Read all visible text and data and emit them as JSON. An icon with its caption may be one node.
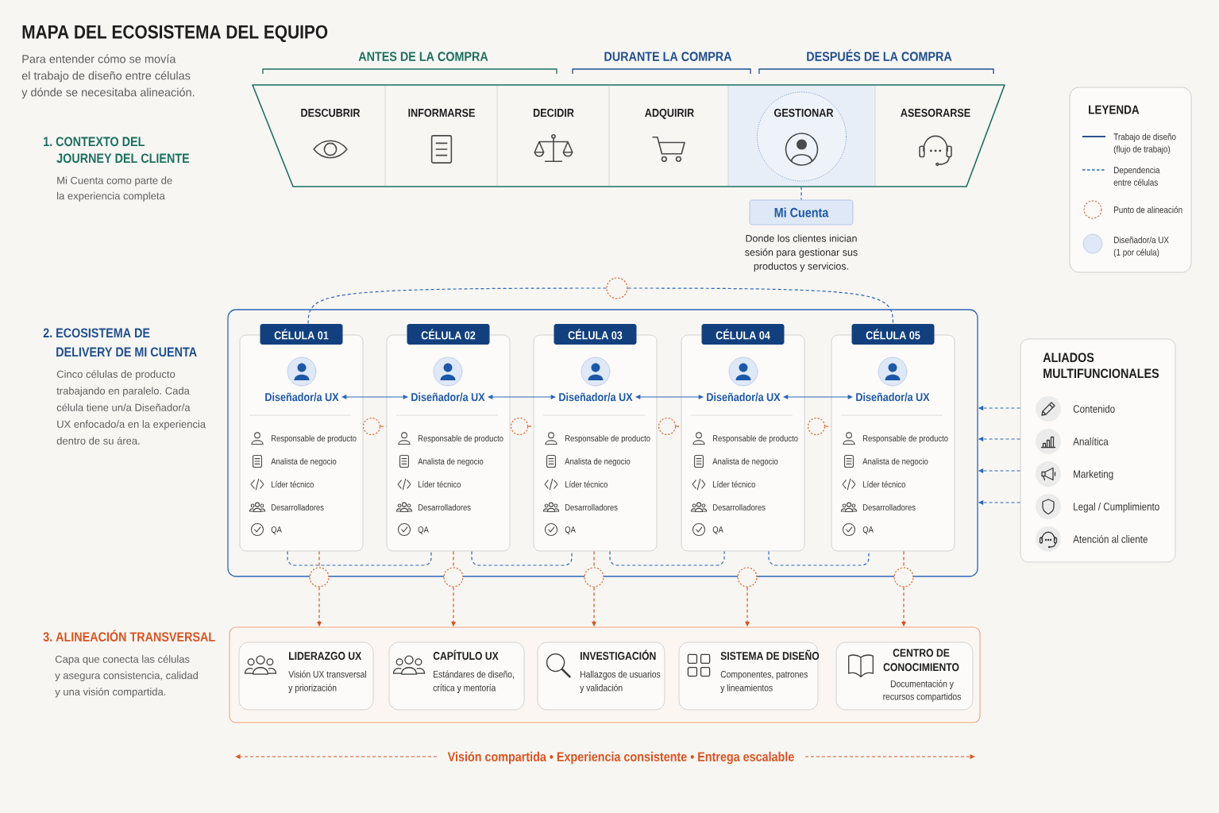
{
  "diagram": {
    "title": "MAPA DEL ECOSISTEMA DEL EQUIPO",
    "nodes": [
      {
        "text": [
          "DESCUBRIR"
        ]
      },
      {
        "text": [
          "INFORMARSE"
        ]
      },
      {
        "text": [
          "DECIDIR"
        ]
      },
      {
        "text": [
          "ADQUIRIR"
        ]
      },
      {
        "text": [
          "GESTIONAR"
        ]
      },
      {
        "text": [
          "ASESORARSE"
        ]
      },
      {
        "text": [
          "Mi Cuenta"
        ],
        "beside": [
          "Donde los clientes inician sesión para gestionar sus productos y servicios."
        ]
      },
      {
        "text": [],
        "shape": "circle"
      },
      {
        "text": [],
        "shape": "box"
      },
      {
        "text": [
          "CÉLULA 01",
          "Responsable de producto",
          "Analista de negocio",
          "Líder técnico",
          "Desarrolladores",
          "QA"
        ],
        "in": 8
      },
      {
        "text": [
          "Diseñador/a UX"
        ],
        "in": 9
      },
      {
        "text": [
          "CÉLULA 02",
          "Responsable de producto",
          "Analista de negocio",
          "Líder técnico",
          "Desarrolladores",
          "QA"
        ],
        "in": 8
      },
      {
        "text": [
          "Diseñador/a UX"
        ],
        "in": 11
      },
      {
        "text": [
          "CÉLULA 03",
          "Responsable de producto",
          "Analista de negocio",
          "Líder técnico",
          "Desarrolladores",
          "QA"
        ],
        "in": 8
      },
      {
        "text": [
          "Diseñador/a UX"
        ],
        "in": 13
      },
      {
        "text": [
          "CÉLULA 04",
          "Responsable de producto",
          "Analista de negocio",
          "Líder técnico",
          "Desarrolladores",
          "QA"
        ],
        "in": 8
      },
      {
        "text": [
          "Diseñador/a UX"
        ],
        "in": 15
      },
      {
        "text": [
          "CÉLULA 05",
          "Responsable de producto",
          "Analista de negocio",
          "Líder técnico",
          "Desarrolladores",
          "QA"
        ],
        "in": 8
      },
      {
        "text": [
          "Diseñador/a UX"
        ],
        "in": 17
      },
      {
        "text": [],
        "shape": "circle",
        "in": 8
      },
      {
        "text": [],
        "shape": "circle",
        "in": 8
      },
      {
        "text": [],
        "shape": "circle",
        "in": 8
      },
      {
        "text": [],
        "shape": "circle",
        "in": 8
      },
      {
        "text": [],
        "shape": "circle"
      },
      {
        "text": [],
        "shape": "circle"
      },
      {
        "text": [],
        "shape": "circle"
      },
      {
        "text": [],
        "shape": "circle"
      },
      {
        "text": [],
        "shape": "circle"
      },
      {
        "text": [
          "ALIADOS MULTIFUNCIONALES",
          "Contenido",
          "Analítica",
          "Marketing",
          "Legal / Cumplimiento",
          "Atención al cliente"
        ]
      },
      {
        "text": [],
        "shape": "box"
      },
      {
        "text": [
          "LIDERAZGO UX",
          "Visión UX transversal y priorización"
        ],
        "in": 29
      },
      {
        "text": [
          "CAPÍTULO UX",
          "Estándares de diseño, crítica y mentoría"
        ],
        "in": 29
      },
      {
        "text": [
          "INVESTIGACIÓN",
          "Hallazgos de usuarios y validación"
        ],
        "in": 29
      },
      {
        "text": [
          "SISTEMA DE DISEÑO",
          "Componentes, patrones y lineamientos"
        ],
        "in": 29
      },
      {
        "text": [
          "CENTRO DE CONOCIMIENTO",
          "Documentación y recursos compartidos"
        ],
        "in": 29
      }
    ],
    "edges": [
      {
        "from": 4,
        "to": 6,
        "arrow": "none",
        "style": "dashed"
      },
      {
        "from": 10,
        "to": 12,
        "arrow": "both"
      },
      {
        "from": 12,
        "to": 14,
        "arrow": "both"
      },
      {
        "from": 14,
        "to": 16,
        "arrow": "both"
      },
      {
        "from": 16,
        "to": 18,
        "arrow": "both"
      },
      {
        "from": 9,
        "to": 7,
        "arrow": "none",
        "style": "dashed"
      },
      {
        "from": 7,
        "to": 17,
        "arrow": "none",
        "style": "dashed"
      },
      {
        "from": 9,
        "to": 11,
        "arrow": "none",
        "style": "dashed"
      },
      {
        "from": 11,
        "to": 13,
        "arrow": "none",
        "style": "dashed"
      },
      {
        "from": 13,
        "to": 15,
        "arrow": "none",
        "style": "dashed"
      },
      {
        "from": 15,
        "to": 17,
        "arrow": "none",
        "style": "dashed"
      },
      {
        "from": 19,
        "to": 11,
        "arrow": "none",
        "style": "dashed",
        "color": "#d9531e"
      },
      {
        "from": 20,
        "to": 13,
        "arrow": "none",
        "style": "dashed",
        "color": "#d9531e"
      },
      {
        "from": 21,
        "to": 15,
        "arrow": "none",
        "style": "dashed",
        "color": "#d9531e"
      },
      {
        "from": 22,
        "to": 17,
        "arrow": "none",
        "style": "dashed",
        "color": "#d9531e"
      },
      {
        "from": 9,
        "to": 23,
        "arrow": "none",
        "style": "dashed",
        "color": "#d9531e"
      },
      {
        "from": 11,
        "to": 24,
        "arrow": "none",
        "style": "dashed",
        "color": "#d9531e"
      },
      {
        "from": 13,
        "to": 25,
        "arrow": "none",
        "style": "dashed",
        "color": "#d9531e"
      },
      {
        "from": 17,
        "to": 27,
        "arrow": "none",
        "style": "dashed",
        "color": "#d9531e"
      },
      {
        "from": 23,
        "to": 29,
        "arrow": "to",
        "style": "dashed",
        "color": "#d9531e"
      },
      {
        "from": 24,
        "to": 29,
        "arrow": "to",
        "style": "dashed",
        "color": "#d9531e"
      },
      {
        "from": 25,
        "to": 29,
        "arrow": "to",
        "style": "dashed",
        "color": "#d9531e"
      },
      {
        "from": 26,
        "to": 29,
        "arrow": "to",
        "style": "dashed",
        "color": "#d9531e"
      },
      {
        "from": 27,
        "to": 29,
        "arrow": "to",
        "style": "dashed",
        "color": "#d9531e"
      },
      {
        "from": 28,
        "to": 8,
        "arrow": "to",
        "style": "dashed"
      },
      {
        "from": 28,
        "to": 8,
        "arrow": "to",
        "style": "dashed"
      },
      {
        "from": 28,
        "to": 8,
        "arrow": "to",
        "style": "dashed"
      },
      {
        "from": 28,
        "to": 8,
        "arrow": "to",
        "style": "dashed"
      }
    ],
    "labels": [
      "Para entender cómo se movía el trabajo de diseño entre células y dónde se necesitaba alineación.",
      "ANTES DE LA COMPRA",
      "DURANTE LA COMPRA",
      "DESPUÉS DE LA COMPRA",
      "LEYENDA",
      "1. CONTEXTO DEL JOURNEY DEL CLIENTE",
      "Mi Cuenta como parte de la experiencia completa",
      "2. ECOSISTEMA DE DELIVERY DE MI CUENTA",
      "Cinco células de producto trabajando en paralelo. Cada célula tiene un/a Diseñador/a UX enfocado/a en la experiencia dentro de su área.",
      "3. ALINEACIÓN TRANSVERSAL",
      "Capa que conecta las células y asegura consistencia, calidad y una visión compartida.",
      "Visión compartida • Experiencia consistente • Entrega escalable"
    ],
    "legend": [
      {
        "text": "Trabajo de diseño (flujo de trabajo)"
      },
      {
        "text": "Dependencia entre células"
      },
      {
        "text": "Punto de alineación"
      },
      {
        "text": "Diseñador/a UX (1 por célula)",
        "color": "#dee8f6"
      }
    ]
  }
}
